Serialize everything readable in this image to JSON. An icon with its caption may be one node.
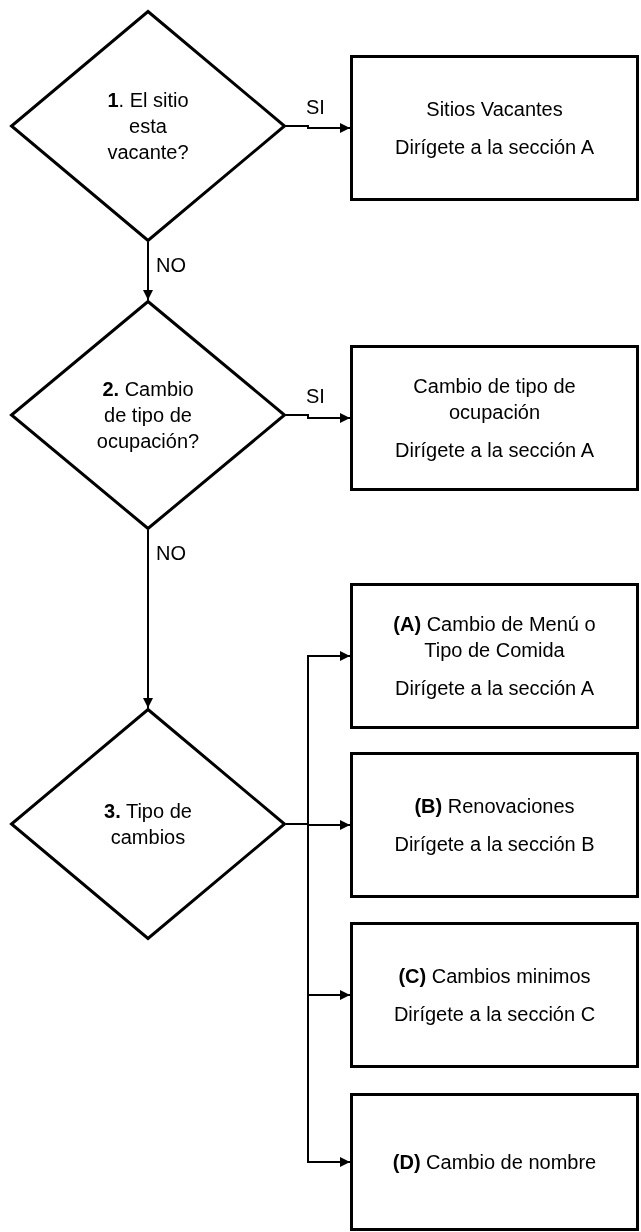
{
  "diagram": {
    "nodes": [
      {
        "text": [
          "**1**. El sitio esta vacante?"
        ]
      },
      {
        "text": [
          "Sitios Vacantes",
          "Dirígete a la sección A"
        ]
      },
      {
        "text": [
          "**2.** Cambio de tipo de ocupación?"
        ]
      },
      {
        "text": [
          "Cambio de tipo de ocupación",
          "Dirígete a la sección A"
        ]
      },
      {
        "text": [
          "**3.** Tipo de cambios"
        ]
      },
      {
        "text": [
          "**(A)** Cambio de Menú o Tipo de Comida",
          "Dirígete a la sección A"
        ]
      },
      {
        "text": [
          "**(B)** Renovaciones",
          "Dirígete a la sección B"
        ]
      },
      {
        "text": [
          "**(C)** Cambios minimos",
          "Dirígete a la sección C"
        ]
      },
      {
        "text": [
          "**(D)** Cambio de nombre"
        ]
      }
    ],
    "edges": [
      {
        "from": 0,
        "to": 1,
        "arrow": "to",
        "label": "SI"
      },
      {
        "from": 0,
        "to": 2,
        "arrow": "to",
        "label": "NO"
      },
      {
        "from": 2,
        "to": 3,
        "arrow": "to",
        "label": "SI"
      },
      {
        "from": 2,
        "to": 4,
        "arrow": "to",
        "label": "NO"
      },
      {
        "from": 4,
        "to": 5,
        "arrow": "to"
      },
      {
        "from": 4,
        "to": 6,
        "arrow": "to"
      },
      {
        "from": 4,
        "to": 7,
        "arrow": "to"
      },
      {
        "from": 4,
        "to": 8,
        "arrow": "to"
      }
    ]
  }
}
